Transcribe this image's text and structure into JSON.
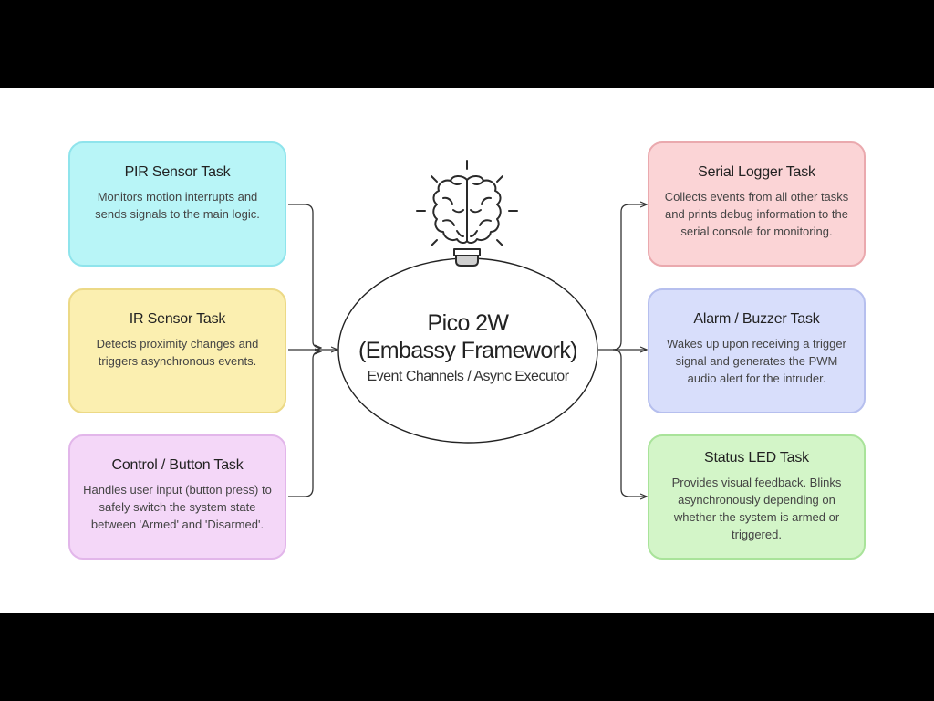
{
  "diagram": {
    "background": "#ffffff",
    "letterbox_color": "#000000",
    "hub": {
      "title_line1": "Pico 2W",
      "title_line2": "(Embassy Framework)",
      "subtitle": "Event Channels / Async Executor",
      "icon": "brain-lightbulb-icon"
    },
    "input_tasks": [
      {
        "title": "PIR Sensor Task",
        "description": "Monitors motion interrupts and sends signals to the main logic.",
        "fill": "#b8f5f7",
        "border": "#8fe4ec"
      },
      {
        "title": "IR Sensor Task",
        "description": "Detects proximity changes and triggers asynchronous events.",
        "fill": "#fbefb0",
        "border": "#ecd986"
      },
      {
        "title": "Control / Button Task",
        "description": "Handles user input (button press) to safely switch the system state between 'Armed' and 'Disarmed'.",
        "fill": "#f4d7f8",
        "border": "#e2b6ea"
      }
    ],
    "output_tasks": [
      {
        "title": "Serial Logger Task",
        "description": "Collects events from all other tasks and prints debug information to the serial console for monitoring.",
        "fill": "#fbd4d6",
        "border": "#eaa9ae"
      },
      {
        "title": "Alarm / Buzzer Task",
        "description": "Wakes up upon receiving a trigger signal and generates the PWM audio alert for the intruder.",
        "fill": "#d8defb",
        "border": "#b6bfee"
      },
      {
        "title": "Status LED Task",
        "description": "Provides visual feedback. Blinks asynchronously depending on whether the system is armed or triggered.",
        "fill": "#d3f5c8",
        "border": "#a9e39a"
      }
    ]
  }
}
